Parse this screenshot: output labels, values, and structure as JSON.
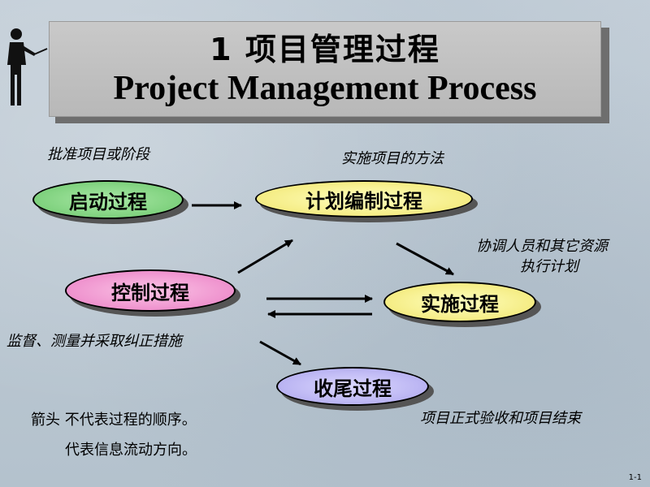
{
  "title": {
    "line1": "1  项目管理过程",
    "line2": "Project Management Process"
  },
  "notes": {
    "initiate": "批准项目或阶段",
    "planning": "实施项目的方法",
    "execute_line1": "协调人员和其它资源",
    "execute_line2": "执行计划",
    "control": "监督、测量并采取纠正措施",
    "closing": "项目正式验收和项目结束"
  },
  "nodes": {
    "initiate": "启动过程",
    "planning": "计划编制过程",
    "control": "控制过程",
    "execute": "实施过程",
    "closing": "收尾过程"
  },
  "footer": {
    "line1": "箭头 不代表过程的顺序。",
    "line2": "代表信息流动方向。"
  },
  "page_number": "1-1",
  "colors": {
    "initiate": "#8fdc8c",
    "planning": "#f6ee8a",
    "control": "#f4a3d8",
    "execute": "#f6ee8a",
    "closing": "#c4bff7"
  },
  "icons": {
    "presenter": "presenter-figure-icon"
  }
}
